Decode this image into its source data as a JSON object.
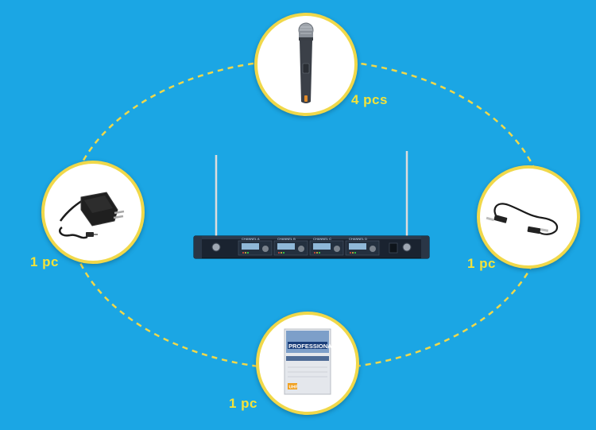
{
  "scene": {
    "background_color": "#1ba6e4",
    "ring_color": "#f0d84a",
    "label_color": "#f3e23a"
  },
  "items": {
    "microphone": {
      "icon": "microphone-icon",
      "quantity": "4 pcs"
    },
    "power_adapter": {
      "icon": "power-adapter-icon",
      "quantity": "1 pc"
    },
    "audio_cable": {
      "icon": "audio-cable-icon",
      "quantity": "1 pc"
    },
    "manual": {
      "icon": "manual-booklet-icon",
      "quantity": "1 pc",
      "cover_title": "PROFESSIONAL",
      "cover_badge": "UHF"
    }
  },
  "receiver": {
    "icon": "wireless-receiver-icon",
    "channels": [
      "CHANNEL A",
      "CHANNEL B",
      "CHANNEL C",
      "CHANNEL D"
    ]
  }
}
